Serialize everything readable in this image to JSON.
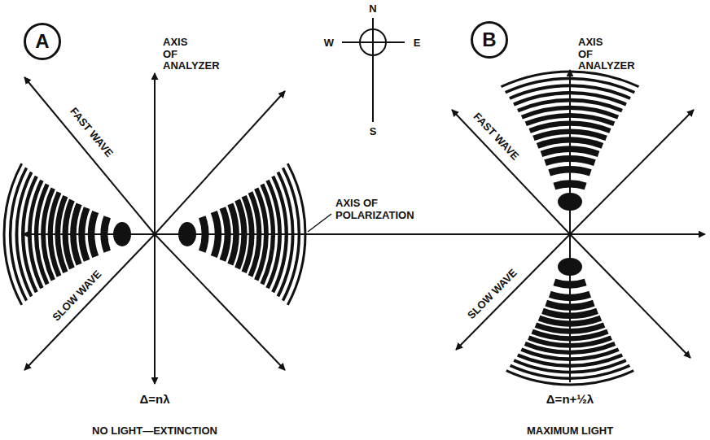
{
  "diagram": {
    "nodes": [
      {
        "text": [
          "A"
        ]
      },
      {
        "text": [
          "B"
        ]
      }
    ],
    "labels": [
      "AXIS OF ANALYZER",
      "N",
      "W",
      "E",
      "S",
      "AXIS OF ANALYZER",
      "FAST WAVE",
      "AXIS OF POLARIZATION",
      "FAST WAVE",
      "SLOW WAVE",
      "SLOW WAVE",
      "Δ=nλ",
      "Δ=n+½λ",
      "NO LIGHT—EXTINCTION",
      "MAXIMUM LIGHT"
    ]
  }
}
